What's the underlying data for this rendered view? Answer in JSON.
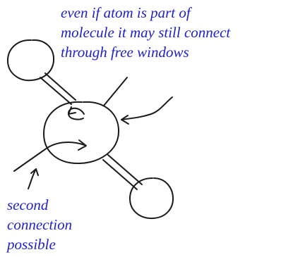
{
  "colors": {
    "ink": "#1a1a1a",
    "annotation": "#1f1fcc",
    "background": "#ffffff"
  },
  "annotations": {
    "top_note": [
      "even if atom is part of",
      "molecule it may still connect",
      "through free windows"
    ],
    "bottom_note": [
      "second",
      "connection",
      "possible"
    ]
  }
}
